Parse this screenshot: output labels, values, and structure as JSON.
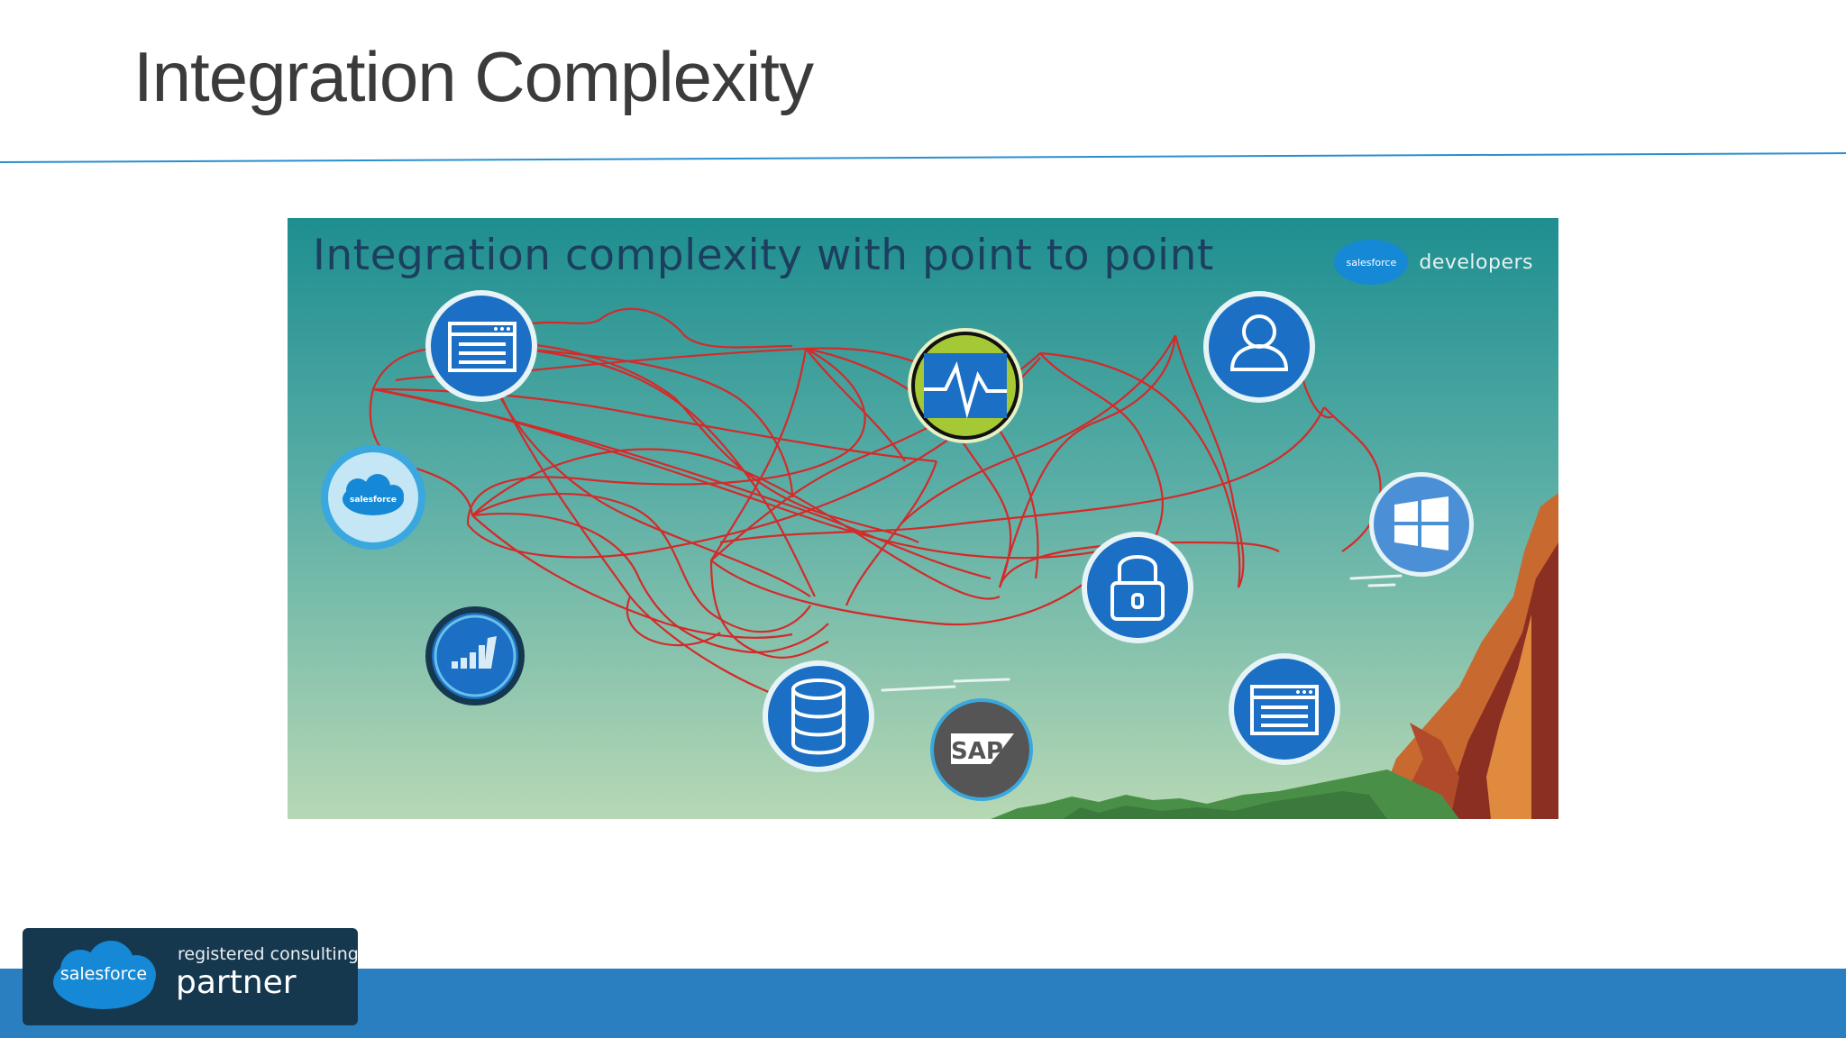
{
  "slide": {
    "title": "Integration Complexity"
  },
  "diagram": {
    "heading": "Integration complexity with point to point",
    "brand_cloud": "salesforce",
    "brand_word": "developers",
    "nodes": [
      {
        "name": "web-page-node",
        "icon": "browser-window-icon"
      },
      {
        "name": "monitoring-node",
        "icon": "heartbeat-monitor-icon"
      },
      {
        "name": "user-node",
        "icon": "user-profile-icon"
      },
      {
        "name": "salesforce-node",
        "icon": "salesforce-cloud-icon",
        "label": "salesforce"
      },
      {
        "name": "windows-node",
        "icon": "windows-logo-icon"
      },
      {
        "name": "security-node",
        "icon": "padlock-icon"
      },
      {
        "name": "analytics-node",
        "icon": "bar-chart-icon"
      },
      {
        "name": "database-node",
        "icon": "database-icon"
      },
      {
        "name": "sap-node",
        "icon": "sap-logo-icon",
        "label": "SAP"
      },
      {
        "name": "app-node",
        "icon": "browser-window-icon"
      }
    ],
    "colors": {
      "connection": "#d42a2a",
      "node_fill": "#1b6fc4",
      "node_ring": "#ffffff",
      "bg_top": "#1f8f90",
      "bg_bottom": "#b6d6b2"
    }
  },
  "badge": {
    "cloud_text": "salesforce",
    "line1": "registered consulting",
    "line2": "partner"
  },
  "colors": {
    "title": "#3b3b3b",
    "rule": "#2a8fd0",
    "footer": "#2a7fc0",
    "badge_bg": "#16384f"
  }
}
